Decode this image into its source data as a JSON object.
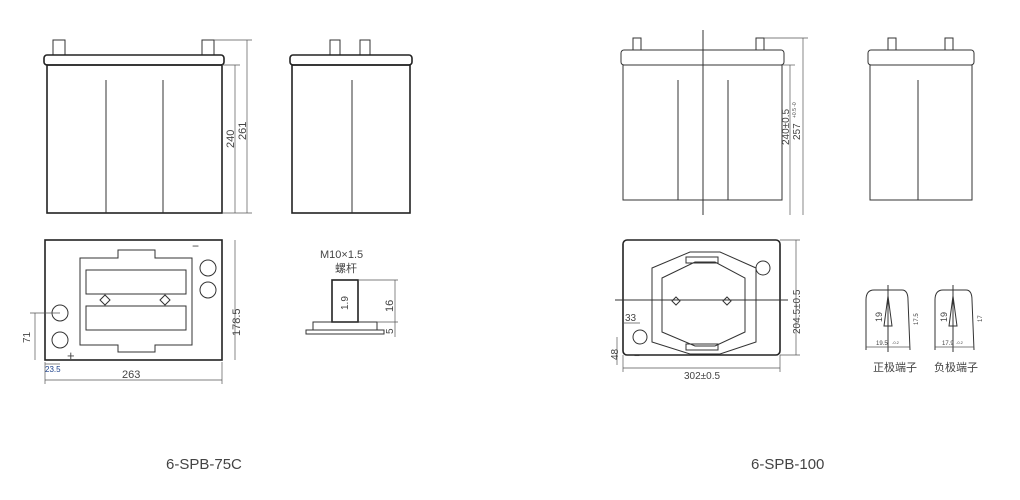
{
  "left_model": {
    "caption": "6-SPB-75C",
    "dims": {
      "height_body": "240",
      "height_total": "261",
      "width": "263",
      "depth": "178.5",
      "terminal_offset_y": "71",
      "terminal_offset_x": "23.5"
    },
    "terminal": {
      "thread": "M10×1.5",
      "type": "螺杆",
      "diameter": "1.9",
      "height": "16",
      "base": "5"
    },
    "polarity": {
      "negative": "−",
      "positive": "+"
    }
  },
  "right_model": {
    "caption": "6-SPB-100",
    "dims": {
      "height_body": "240±0.5",
      "height_total": "257",
      "height_total_tol": "+0.5 -0",
      "width": "302±0.5",
      "depth": "204.5±0.5",
      "terminal_offset_x": "33",
      "terminal_offset_y": "48"
    },
    "positive_terminal": {
      "label": "正极端子",
      "height": "19",
      "top": "17.5",
      "base": "19.5",
      "base_tol": "-0.2"
    },
    "negative_terminal": {
      "label": "负极端子",
      "height": "19",
      "top": "17",
      "base": "17.9",
      "base_tol": "-0.2"
    }
  }
}
